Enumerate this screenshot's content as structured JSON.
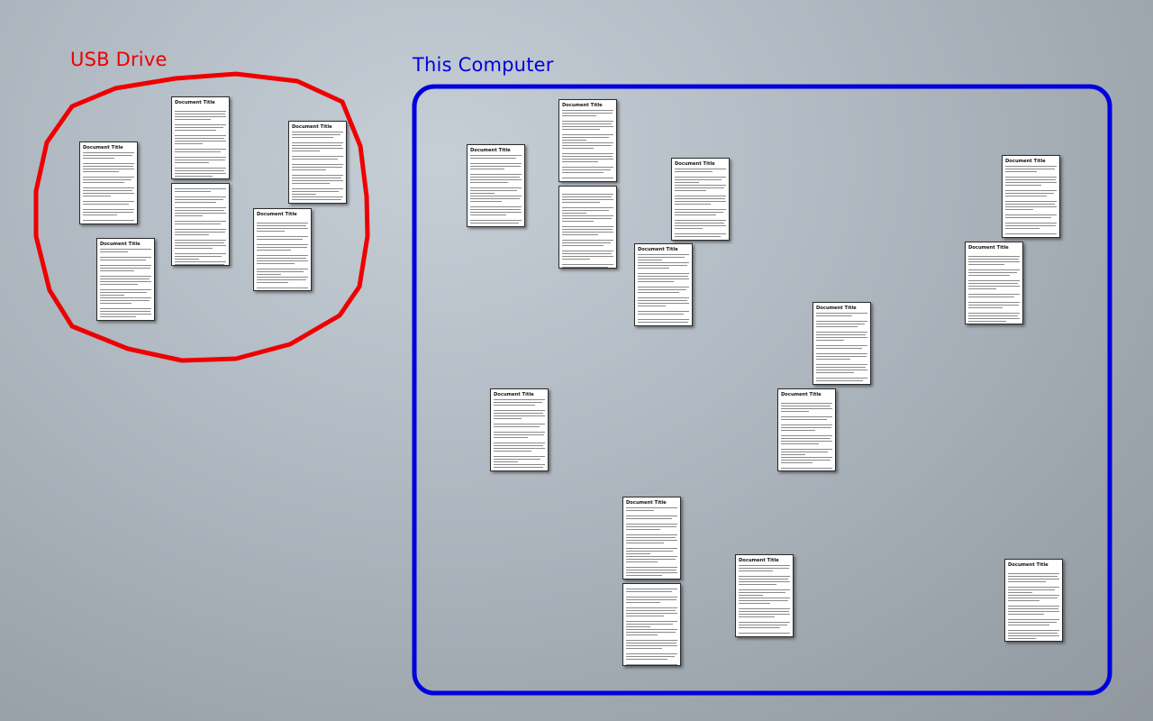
{
  "regions": {
    "usb": {
      "label": "USB Drive",
      "color": "#ee0000"
    },
    "computer": {
      "label": "This Computer",
      "color": "#0000dd"
    }
  },
  "document_title": "Document Title",
  "documents": [
    {
      "id": "usb-1",
      "region": "usb",
      "titled": true
    },
    {
      "id": "usb-2",
      "region": "usb",
      "titled": true
    },
    {
      "id": "usb-3",
      "region": "usb",
      "titled": false
    },
    {
      "id": "usb-4",
      "region": "usb",
      "titled": true
    },
    {
      "id": "usb-5",
      "region": "usb",
      "titled": true
    },
    {
      "id": "usb-6",
      "region": "usb",
      "titled": true
    },
    {
      "id": "pc-1",
      "region": "computer",
      "titled": true
    },
    {
      "id": "pc-2",
      "region": "computer",
      "titled": true
    },
    {
      "id": "pc-3",
      "region": "computer",
      "titled": false
    },
    {
      "id": "pc-4",
      "region": "computer",
      "titled": true
    },
    {
      "id": "pc-5",
      "region": "computer",
      "titled": true
    },
    {
      "id": "pc-6",
      "region": "computer",
      "titled": true
    },
    {
      "id": "pc-7",
      "region": "computer",
      "titled": true
    },
    {
      "id": "pc-8",
      "region": "computer",
      "titled": true
    },
    {
      "id": "pc-9",
      "region": "computer",
      "titled": true
    },
    {
      "id": "pc-10",
      "region": "computer",
      "titled": true
    },
    {
      "id": "pc-11",
      "region": "computer",
      "titled": false
    },
    {
      "id": "pc-12",
      "region": "computer",
      "titled": true
    },
    {
      "id": "pc-13",
      "region": "computer",
      "titled": true
    }
  ]
}
